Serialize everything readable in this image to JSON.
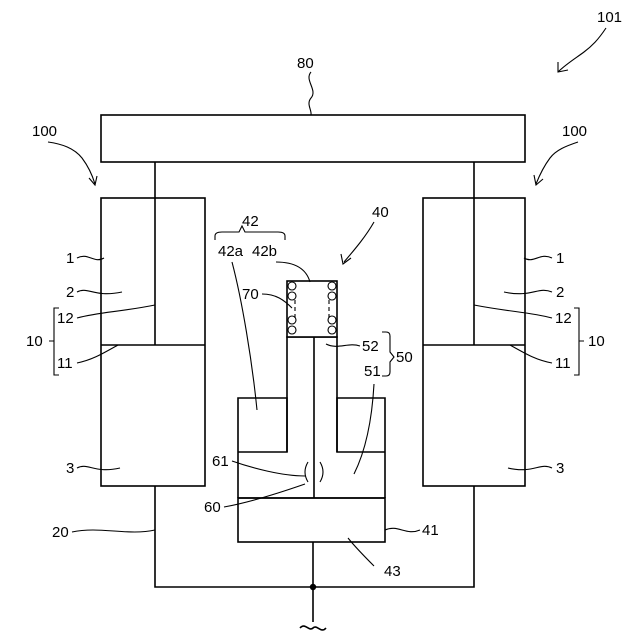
{
  "labels": {
    "ref_101": "101",
    "ref_80": "80",
    "ref_100_left": "100",
    "ref_100_right": "100",
    "ref_1_left": "1",
    "ref_2_left": "2",
    "ref_12_left": "12",
    "ref_10_left": "10",
    "ref_11_left": "11",
    "ref_3_left": "3",
    "ref_20": "20",
    "ref_1_right": "1",
    "ref_2_right": "2",
    "ref_12_right": "12",
    "ref_10_right": "10",
    "ref_11_right": "11",
    "ref_3_right": "3",
    "ref_42": "42",
    "ref_42a": "42a",
    "ref_42b": "42b",
    "ref_40": "40",
    "ref_70": "70",
    "ref_52": "52",
    "ref_50": "50",
    "ref_51": "51",
    "ref_61": "61",
    "ref_60": "60",
    "ref_41": "41",
    "ref_43": "43"
  }
}
